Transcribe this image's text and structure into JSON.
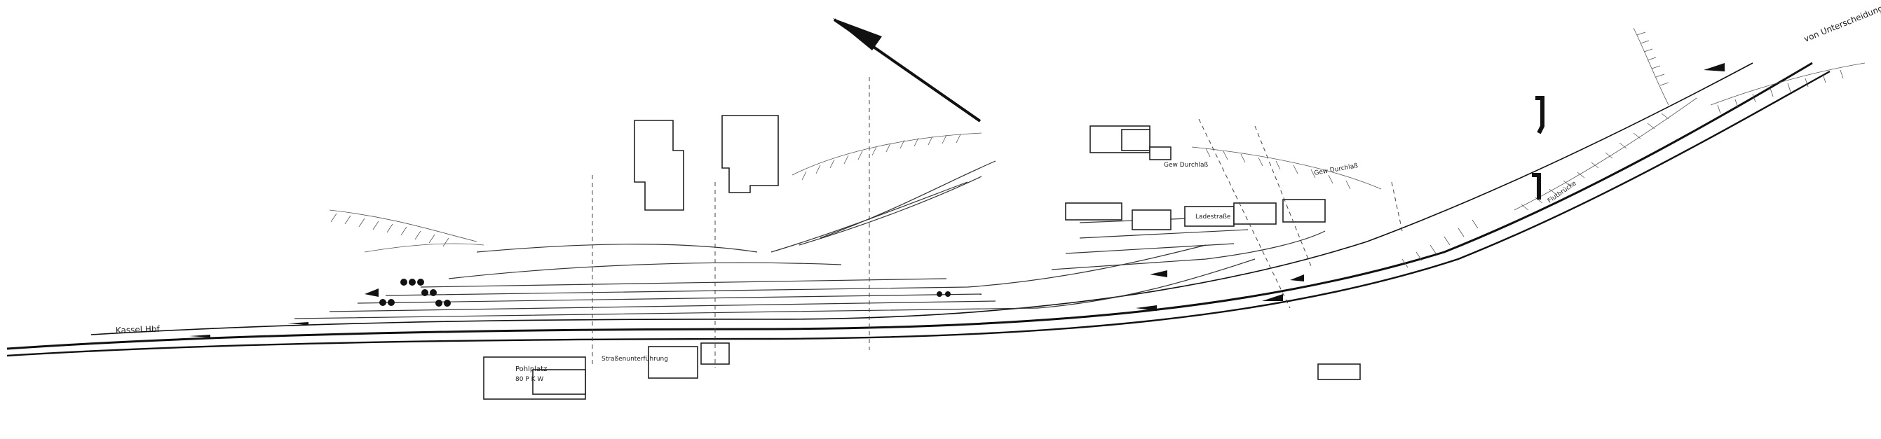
{
  "plan": {
    "direction_top_right": "von Unterscheidung Ihl",
    "direction_left": "Kassel Hbf",
    "building_labels": {
      "hall_1": "",
      "platform_station": "Pohlplatz",
      "station_sub": "80 P K W",
      "loading_yard": "Ladestraße"
    },
    "notes": {
      "durchlass_upper": "Gew Durchlaß",
      "durchlass_right": "Gew Durchlaß",
      "strassenunterfuehrung": "Straßenunterführung",
      "flutbrucke": "Flutbrücke"
    }
  }
}
